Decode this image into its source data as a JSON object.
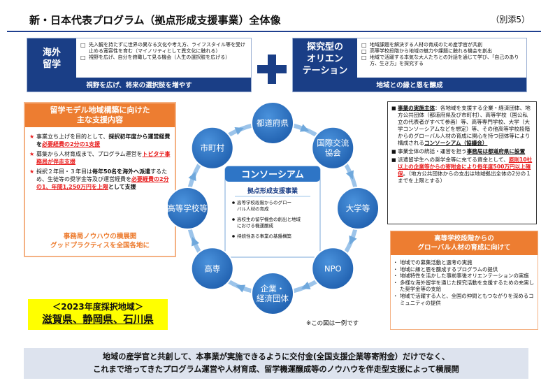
{
  "header": {
    "title": "新・日本代表プログラム（拠点形成支援事業）全体像",
    "annex": "（別添5）"
  },
  "left_panel": {
    "heading": "海外\n留学",
    "bullets": [
      "先入観を持たずに世界の異なる文化や考え方、ライフスタイル等を受け止める寛容性を育む（マイノリティとして異文化に触れる）",
      "視野を広げ、自分を俯瞰して見る機会（人生の選択肢を広げる）"
    ],
    "footer": "視野を広げ、将来の選択肢を増やす"
  },
  "right_panel": {
    "heading": "探究型の\nオリエン\nテーション",
    "bullets": [
      "地域課題を解決する人材の育成のため産学官が共創",
      "高等学校段階から地域の魅力や課題に触れる機会を創出",
      "地域で活躍する本気な大人たちとの対話を通じて学び、「自己のあり方、生き方」を探究する"
    ],
    "footer": "地域との縁と恩を醸成"
  },
  "support": {
    "heading": "留学モデル地域構築に向けた\n主な支援内容",
    "item1": {
      "t1": "事業立ち上げを目的として、",
      "t2": "採択初年度から運営経費を",
      "t3": "必要経費の2分の1支援"
    },
    "item2": {
      "t1": "募集から人材育成まで、プログラム運営を",
      "t2": "トビタテ事務局が伴走支援"
    },
    "item3": {
      "t1": "採択２年目・３年目は",
      "t2": "毎年50名を海外へ派遣",
      "t3": "するため、生徒等の奨学金等及び運営経費を",
      "t4": "必要経費の2分の1、年間1,250万円を上限",
      "t5": "として支援"
    },
    "knowhow": "事務局ノウハウの横展開\nグッドプラクティスを全国各地に"
  },
  "region": {
    "line1": "＜2023年度採択地域＞",
    "line2": "滋賀県、静岡県、石川県"
  },
  "diagram": {
    "center_title": "コンソーシアム",
    "center_subtitle": "拠点形成支援事業",
    "center_items": [
      "高等学校段階からのグローバル人材の育成",
      "高校生の留学機会の創出と地域における機運醸成",
      "持続性ある事業の基盤構築"
    ],
    "nodes": [
      {
        "id": "prefecture",
        "label": "都道府県"
      },
      {
        "id": "intl",
        "label": "国際交流\n協会"
      },
      {
        "id": "univ",
        "label": "大学等"
      },
      {
        "id": "npo",
        "label": "NPO"
      },
      {
        "id": "company",
        "label": "企業・\n経済団体"
      },
      {
        "id": "kosen",
        "label": "高専"
      },
      {
        "id": "highschool",
        "label": "高等学校等"
      },
      {
        "id": "city",
        "label": "市町村"
      }
    ],
    "note": "※この図は一例です"
  },
  "consortium_note": {
    "b1_label": "事業の実施主体",
    "b1_text": "：各地域を支援する企業・経済団体、地方公共団体（都道府県及び市町村）、高等学校（国公私立の代表者がすべて参画）等、高等専門学校、大学（大学コンソーシアムなどを想定）等、その他高等学校段階からのグローバル人材の育成に関心を持つ団体等により構成される",
    "b1_tail": "コンソーシアム（協議会）",
    "b2_text": "事業全体の統括・運営を担う",
    "b2_tail": "事務局は都道府県に設置",
    "b3_text": "派遣留学生への奨学金等に充てる資金として、",
    "b3_red": "原則10社以上の企業等からの寄附金により毎年度500万円以上確保",
    "b3_tail": "。（地方公共団体からの支出は地域拠出全体の2分の１までを上限とする）"
  },
  "global": {
    "heading": "高等学校段階からの\nグローバル人材の育成に向けて",
    "items": [
      "地域での募集活動と選考の実施",
      "地域に縁と恩を醸成するプログラムの提供",
      "地域特性を活かした事前事後オリエンテーションの実施",
      "多様な海外留学を通じた探究活動を支援するための充実した奨学金等の支給",
      "地域で活躍する人と、全国の仲間ともつながりを深めるコミュニティの提供"
    ]
  },
  "bottom": {
    "line1": "地域の産学官と共創して、本事業が実施できるように交付金(全国支援企業等寄附金）だけでなく、",
    "line2": "これまで培ってきたプログラム運営や人材育成、留学機運醸成等のノウハウを伴走型支援によって横展開"
  },
  "colors": {
    "navy": "#1a3e86",
    "blue_node": "#2e75c6",
    "orange": "#ed7d31",
    "red": "#e81e1e",
    "yellow": "#ffff00"
  }
}
